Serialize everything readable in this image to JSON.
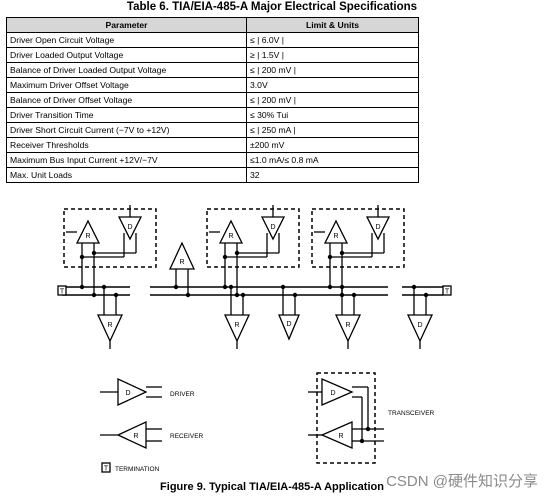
{
  "table": {
    "title": "Table 6. TIA/EIA-485-A Major Electrical Specifications",
    "headers": [
      "Parameter",
      "Limit & Units"
    ],
    "rows": [
      [
        "Driver Open Circuit Voltage",
        "≤ | 6.0V |"
      ],
      [
        "Driver Loaded Output Voltage",
        "≥ | 1.5V |"
      ],
      [
        "Balance of Driver Loaded Output Voltage",
        "≤ | 200 mV |"
      ],
      [
        "Maximum Driver Offset Voltage",
        "3.0V"
      ],
      [
        "Balance of Driver Offset Voltage",
        "≤ | 200 mV |"
      ],
      [
        "Driver Transition Time",
        "≤ 30% Tui"
      ],
      [
        "Driver Short Circuit Current (−7V to +12V)",
        "≤ | 250 mA |"
      ],
      [
        "Receiver Thresholds",
        "±200 mV"
      ],
      [
        "Maximum Bus Input Current +12V/−7V",
        "≤1.0 mA/≤ 0.8 mA"
      ],
      [
        "Max. Unit Loads",
        "32"
      ]
    ]
  },
  "figure": {
    "caption": "Figure 9. Typical TIA/EIA-485-A Application",
    "letters": {
      "driver": "D",
      "receiver": "R",
      "termination": "T"
    },
    "legend": {
      "driver": "DRIVER",
      "receiver": "RECEIVER",
      "termination": "TERMINATION",
      "transceiver": "TRANSCEIVER"
    }
  },
  "watermark": "CSDN @硬件知识分享"
}
